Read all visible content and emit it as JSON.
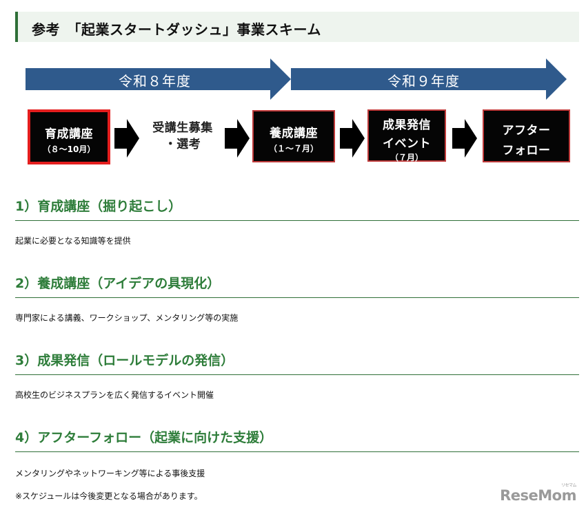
{
  "title": "参考　「起業スタートダッシュ」事業スキーム",
  "timeline": {
    "year1": "令和８年度",
    "year2": "令和９年度"
  },
  "steps": [
    {
      "line1": "育成講座",
      "line2": "（８～10月）"
    },
    {
      "line1": "受講生募集",
      "line2": "・選考"
    },
    {
      "line1": "養成講座",
      "line2": "（１～７月）"
    },
    {
      "line1": "成果発信",
      "line1b": "イベント",
      "line2": "（７月）"
    },
    {
      "line1": "アフター",
      "line1b": "フォロー"
    }
  ],
  "sections": [
    {
      "heading": "1）育成講座（掘り起こし）",
      "text": "起業に必要となる知識等を提供"
    },
    {
      "heading": "2）養成講座（アイデアの具現化）",
      "text": "専門家による講義、ワークショップ、メンタリング等の実施"
    },
    {
      "heading": "3）成果発信（ロールモデルの発信）",
      "text": "高校生のビジネスプランを広く発信するイベント開催"
    },
    {
      "heading": "4）アフターフォロー（起業に向けた支援）",
      "text": "メンタリングやネットワーキング等による事後支援"
    }
  ],
  "note": "※スケジュールは今後変更となる場合があります。",
  "logo": {
    "main": "ReseMom",
    "sub": "リセマム"
  },
  "colors": {
    "accent": "#2e7d3a",
    "arrow": "#2f5a8c",
    "box": "#050505",
    "box_border": "#e41e1e"
  }
}
